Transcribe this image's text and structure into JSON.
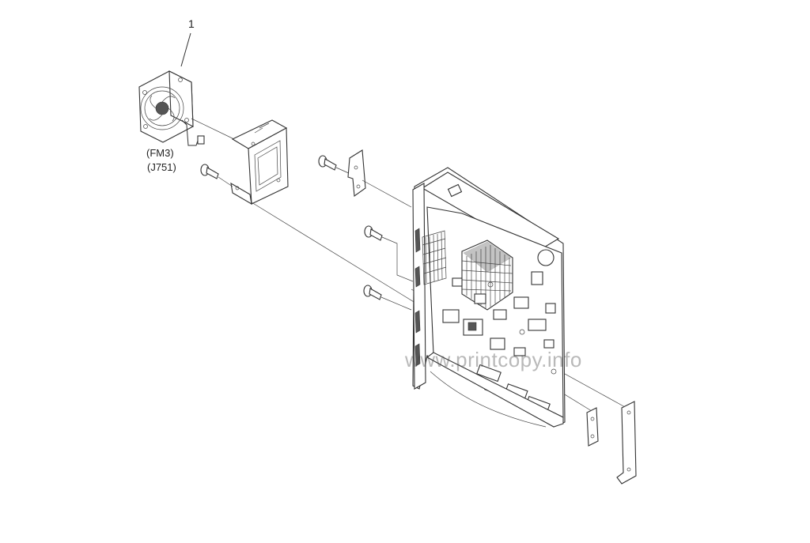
{
  "diagram": {
    "callout_number": "1",
    "fan_label": "(FM3)",
    "connector_label": "(J751)",
    "watermark": "www.printcopy.info",
    "parts": [
      "fan-icon",
      "fan-bracket",
      "screw-icon",
      "formatter-board",
      "side-plate"
    ]
  }
}
